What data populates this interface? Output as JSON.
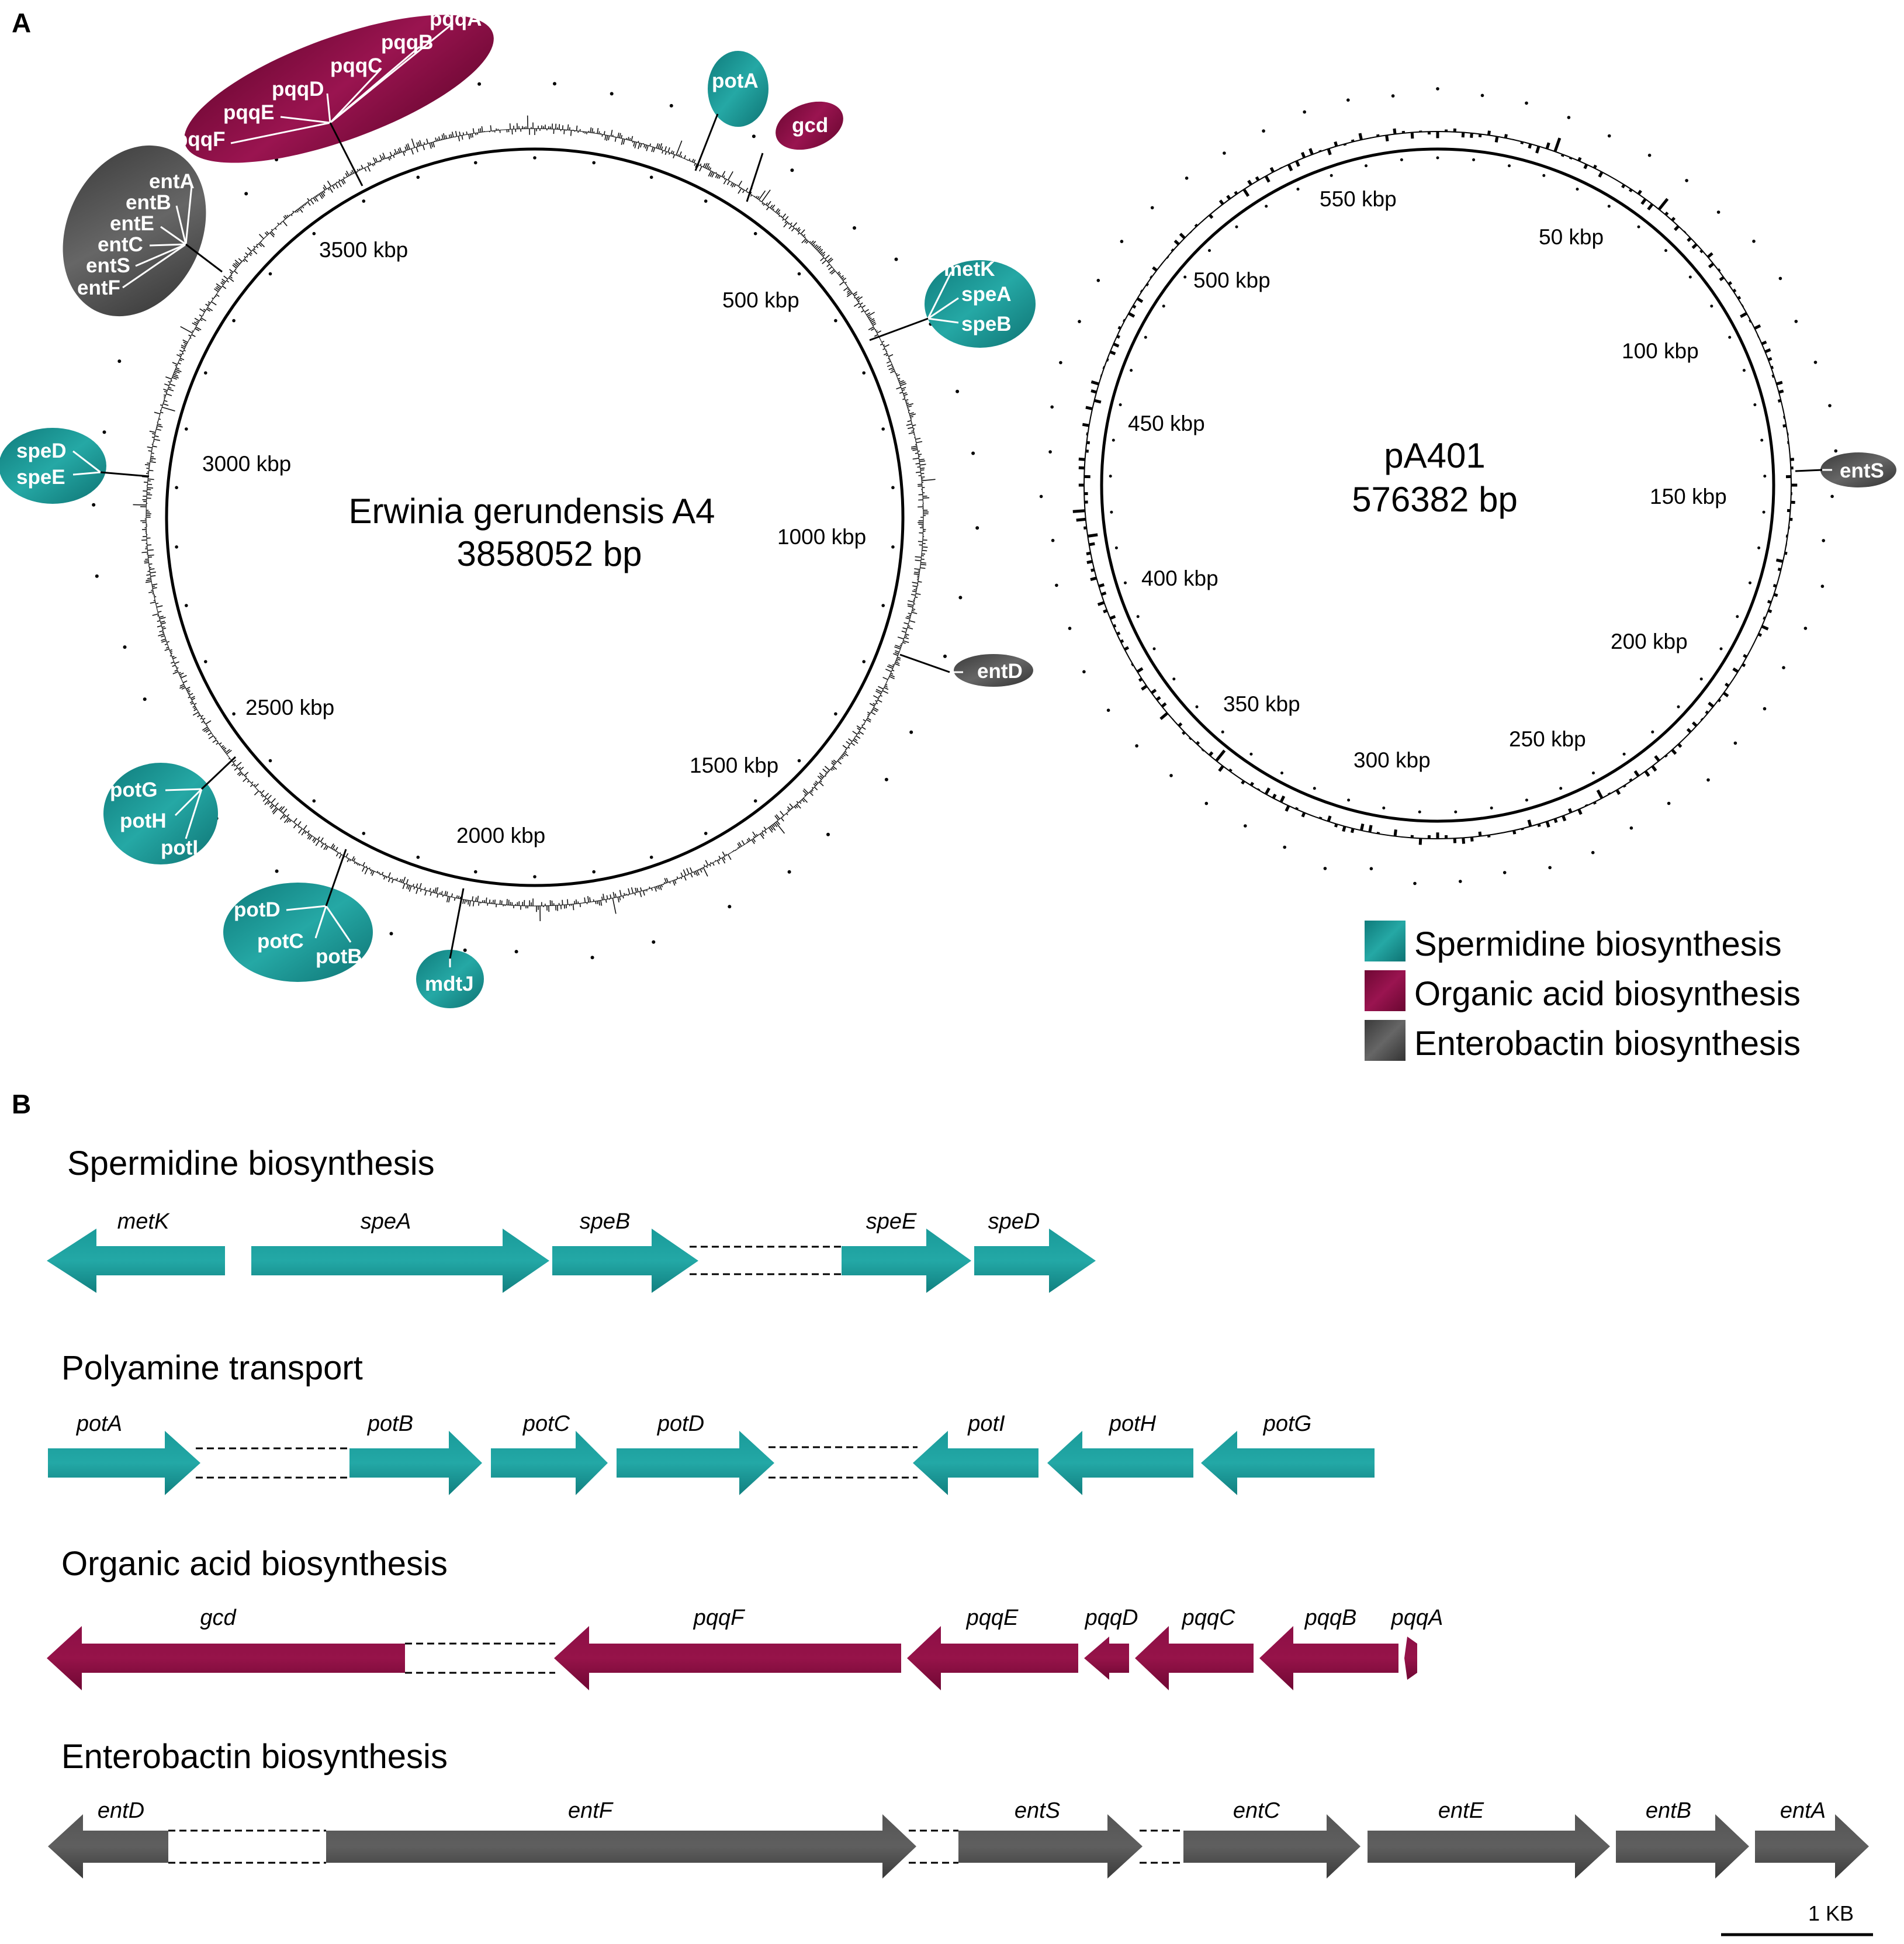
{
  "panels": {
    "a": "A",
    "b": "B"
  },
  "genome": {
    "name": "Erwinia gerundensis A4",
    "size": "3858052 bp",
    "ticks": [
      "500 kbp",
      "1000 kbp",
      "1500 kbp",
      "2000 kbp",
      "2500 kbp",
      "3000 kbp",
      "3500 kbp"
    ]
  },
  "plasmid": {
    "name": "pA401",
    "size": "576382 bp",
    "ticks": [
      "50 kbp",
      "100 kbp",
      "150 kbp",
      "200 kbp",
      "250 kbp",
      "300 kbp",
      "350 kbp",
      "400 kbp",
      "450 kbp",
      "500 kbp",
      "550 kbp"
    ]
  },
  "gene_groups": {
    "pqq": [
      "pqqA",
      "pqqB",
      "pqqC",
      "pqqD",
      "pqqE",
      "pqqF"
    ],
    "ent": [
      "entA",
      "entB",
      "entE",
      "entC",
      "entS",
      "entF"
    ],
    "potA": [
      "potA"
    ],
    "gcd": [
      "gcd"
    ],
    "metK": [
      "metK",
      "speA",
      "speB"
    ],
    "speD": [
      "speD",
      "speE"
    ],
    "entD": [
      "entD"
    ],
    "potG": [
      "potG",
      "potH",
      "potI"
    ],
    "potD": [
      "potD",
      "potC",
      "potB"
    ],
    "mdtJ": [
      "mdtJ"
    ],
    "entS_plasmid": [
      "entS"
    ]
  },
  "legend": [
    {
      "label": "Spermidine biosynthesis",
      "color": "#1a9a9a"
    },
    {
      "label": "Organic acid biosynthesis",
      "color": "#8c0f45"
    },
    {
      "label": "Enterobactin biosynthesis",
      "color": "#555555"
    }
  ],
  "colors": {
    "spermidine": "#148f8f",
    "organic_acid": "#870c40",
    "enterobactin": "#4a4a4a"
  },
  "operons": [
    {
      "title": "Spermidine biosynthesis",
      "genes": [
        "metK",
        "speA",
        "speB",
        "speE",
        "speD"
      ]
    },
    {
      "title": "Polyamine transport",
      "genes": [
        "potA",
        "potB",
        "potC",
        "potD",
        "potI",
        "potH",
        "potG"
      ]
    },
    {
      "title": "Organic acid biosynthesis",
      "genes": [
        "gcd",
        "pqqF",
        "pqqE",
        "pqqD",
        "pqqC",
        "pqqB",
        "pqqA"
      ]
    },
    {
      "title": "Enterobactin biosynthesis",
      "genes": [
        "entD",
        "entF",
        "entS",
        "entC",
        "entE",
        "entB",
        "entA"
      ]
    }
  ],
  "scale_bar": "1 KB"
}
